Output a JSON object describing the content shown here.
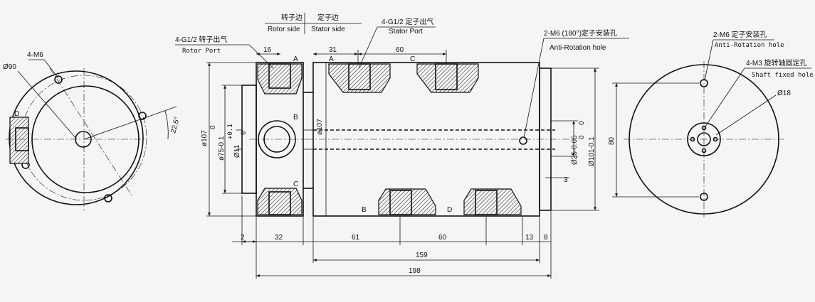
{
  "labels": {
    "rotor_side_cn": "转子边",
    "rotor_side_en": "Rotor side",
    "stator_side_cn": "定子边",
    "stator_side_en": "Stator side",
    "rotor_port_cn": "4-G1/2 转子出气",
    "rotor_port_en": "Rotor Port",
    "stator_port_cn": "4-G1/2 定子出气",
    "stator_port_en": "Stator Port",
    "anti_rot_cn": "2-M6 (180°)定子安装孔",
    "anti_rot_en": "Anti-Rotation hole",
    "right_anti_cn": "2-M6 定子安装孔",
    "right_anti_en": "Anti-Rotation hole",
    "shaft_fixed_cn": "4-M3 旋转轴固定孔",
    "shaft_fixed_en": "Shaft fixed hole"
  },
  "dims": {
    "left_dia": "Ø90",
    "left_holes": "4-M6",
    "angle": "22.5°",
    "d16": "16",
    "d31": "31",
    "d60_top": "60",
    "d107_a": "ø107",
    "d107_b": "ø107",
    "d75": "ø75-0.1",
    "zero_a": "0",
    "d11": "Ø11",
    "d11_tol": "+0.1",
    "d11_tol2": "0",
    "d25": "Ø25-0.05",
    "zero_b": "0",
    "d101": "Ø101-0.1",
    "zero_c": "0",
    "d3": "3",
    "d2": "2",
    "d32": "32",
    "d61": "61",
    "d60_bot": "60",
    "d13": "13",
    "d8": "8",
    "d159": "159",
    "d198": "198",
    "d80": "80",
    "d18": "Ø18"
  },
  "ports": {
    "a": "A",
    "b": "B",
    "c": "C",
    "d": "D",
    "d_left": "D",
    "a2": "A",
    "c2": "C",
    "b2": "B",
    "d2": "D"
  }
}
